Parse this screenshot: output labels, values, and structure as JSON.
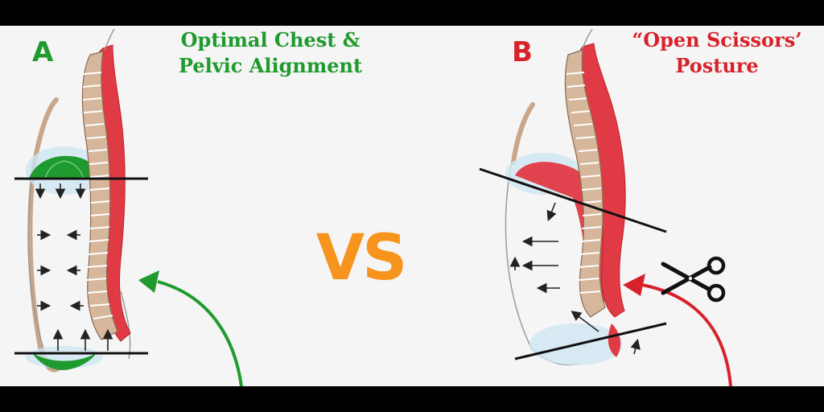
{
  "panels": {
    "a": {
      "letter": "A",
      "title_line1": "Optimal Chest &",
      "title_line2": "Pelvic Alignment"
    },
    "b": {
      "letter": "B",
      "title_line1": "“Open Scissors’",
      "title_line2": "Posture"
    }
  },
  "center": {
    "vs_text": "VS"
  },
  "colors": {
    "green": "#1f9a2e",
    "red": "#d8222b",
    "orange": "#f7941d",
    "spine_tan": "#c9a589",
    "black": "#111111"
  },
  "icons": {
    "cut": "scissors-icon"
  }
}
